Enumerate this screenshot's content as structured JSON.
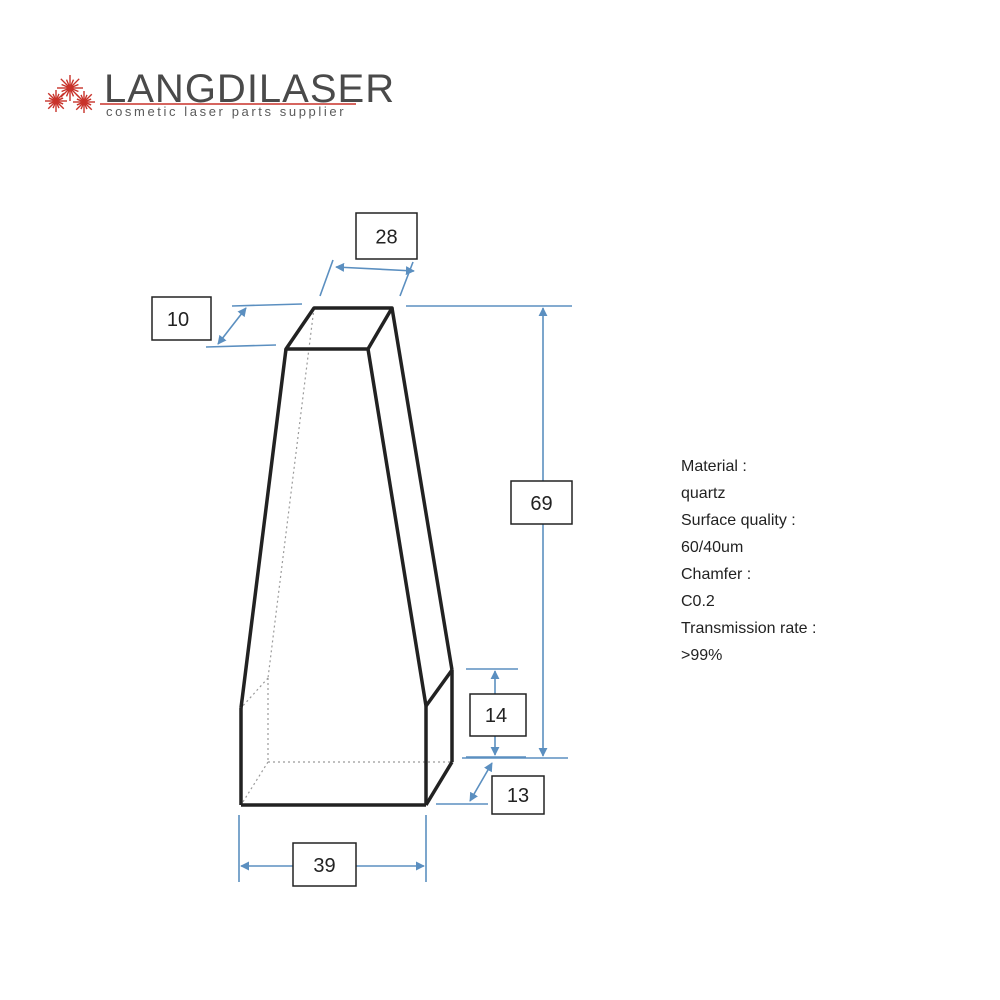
{
  "brand": {
    "name": "LANGDILASER",
    "tagline": "cosmetic laser parts supplier",
    "logo_icon": "laser-starburst-icon",
    "accent_color": "#c8322a",
    "text_color": "#4a4a4a"
  },
  "drawing": {
    "outline_color": "#222222",
    "hidden_line_color": "#9a9a9a",
    "dimension_color": "#5b8fc0",
    "dimensions": {
      "top_length": "28",
      "top_width": "10",
      "height": "69",
      "bottom_chamfer_height": "14",
      "bottom_width": "13",
      "bottom_length": "39"
    }
  },
  "specs": [
    {
      "label": "Material :",
      "value": "quartz"
    },
    {
      "label": "Surface quality :",
      "value": "60/40um"
    },
    {
      "label": "Chamfer :",
      "value": "C0.2"
    },
    {
      "label": "Transmission rate :",
      "value": ">99%"
    }
  ]
}
